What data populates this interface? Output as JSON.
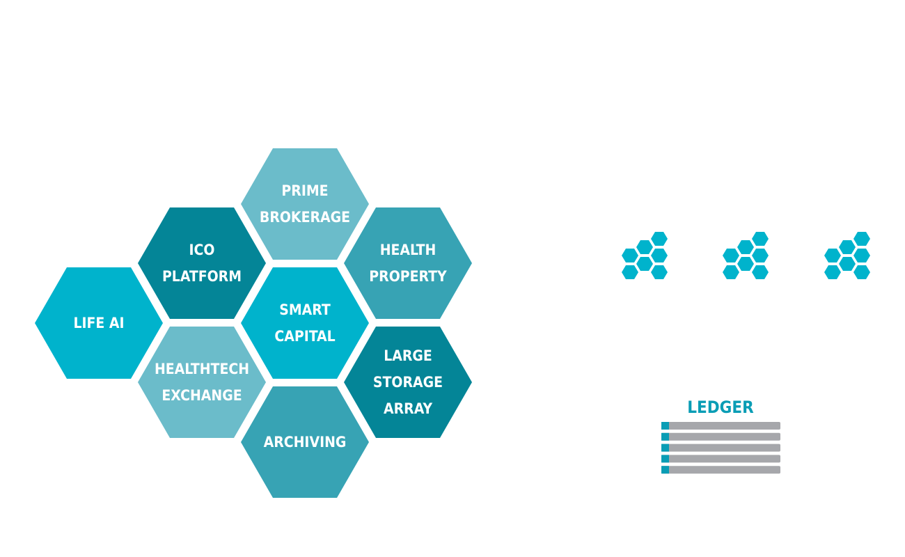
{
  "colors": {
    "bright": "#00b3cc",
    "light": "#6bbcca",
    "mid": "#37a3b4",
    "dark": "#048597",
    "bar": "#a6a7ab",
    "bar_tab": "#0a9db5",
    "background": "#ffffff"
  },
  "hexagons": [
    {
      "id": "prime-brokerage",
      "tone": "light",
      "lines": [
        "PRIME",
        "BROKERAGE"
      ]
    },
    {
      "id": "ico-platform",
      "tone": "dark",
      "lines": [
        "ICO",
        "PLATFORM"
      ]
    },
    {
      "id": "health-property",
      "tone": "mid",
      "lines": [
        "HEALTH",
        "PROPERTY"
      ]
    },
    {
      "id": "life-ai",
      "tone": "bright",
      "lines": [
        "LIFE AI"
      ]
    },
    {
      "id": "smart-capital",
      "tone": "bright",
      "lines": [
        "SMART",
        "CAPITAL"
      ]
    },
    {
      "id": "healthtech-exchange",
      "tone": "light",
      "lines": [
        "HEALTHTECH",
        "EXCHANGE"
      ]
    },
    {
      "id": "large-storage-array",
      "tone": "dark",
      "lines": [
        "LARGE",
        "STORAGE",
        "ARRAY"
      ]
    },
    {
      "id": "archiving",
      "tone": "mid",
      "lines": [
        "ARCHIVING"
      ]
    }
  ],
  "cluster_icons": [
    {
      "id": "cluster-1"
    },
    {
      "id": "cluster-2"
    },
    {
      "id": "cluster-3"
    }
  ],
  "ledger": {
    "title": "LEDGER",
    "row_count": 5
  }
}
